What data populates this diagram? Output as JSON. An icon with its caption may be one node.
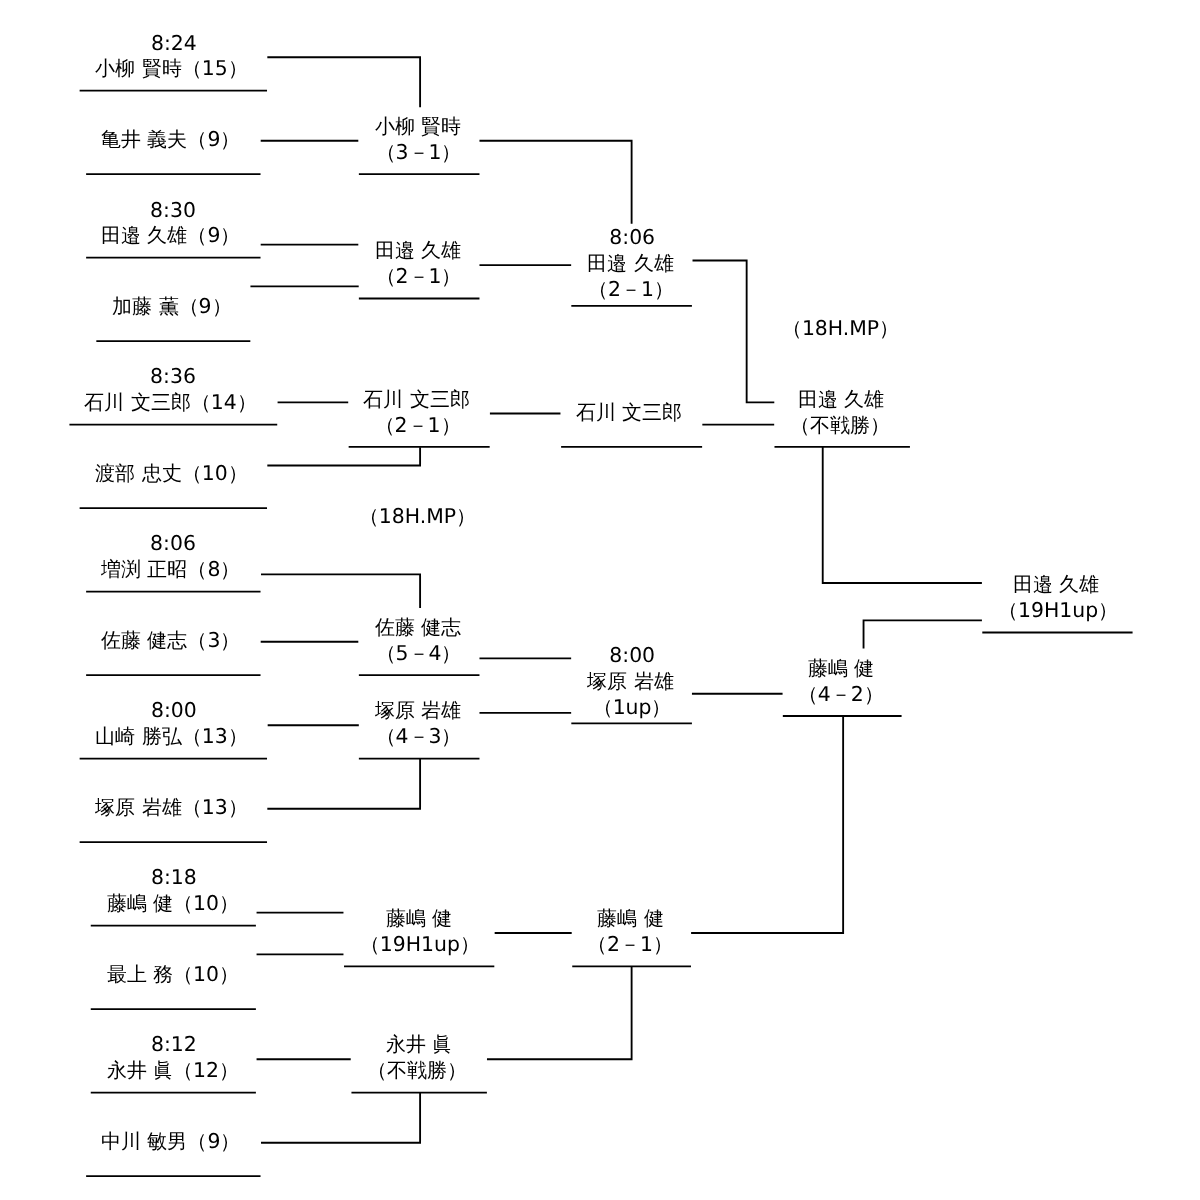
{
  "diagram": {
    "nodes": [
      {
        "text": [
          "8:00",
          "山崎 勝弘（13）"
        ]
      },
      {
        "text": [
          "塚原 岩雄（13）"
        ]
      },
      {
        "text": [
          "8:06",
          "増渕 正昭（8）"
        ]
      },
      {
        "text": [
          "佐藤 健志（3）"
        ]
      },
      {
        "text": [
          "8:12",
          "永井 眞（12）"
        ]
      },
      {
        "text": [
          "中川 敏男（9）"
        ]
      },
      {
        "text": [
          "8:18",
          "藤嶋 健（10）"
        ]
      },
      {
        "text": [
          "最上 務（10）"
        ]
      },
      {
        "text": [
          "8:24",
          "小柳 賢時（15）"
        ]
      },
      {
        "text": [
          "亀井 義夫（9）"
        ]
      },
      {
        "text": [
          "8:30",
          "田邉 久雄（9）"
        ]
      },
      {
        "text": [
          "加藤 薫（9）"
        ]
      },
      {
        "text": [
          "8:36",
          "石川 文三郎（14）"
        ]
      },
      {
        "text": [
          "渡部 忠丈（10）"
        ]
      },
      {
        "text": [
          "塚原 岩雄",
          "（4－3）"
        ]
      },
      {
        "text": [
          "佐藤 健志",
          "（5－4）"
        ]
      },
      {
        "text": [
          "永井 眞",
          "（不戦勝）"
        ]
      },
      {
        "text": [
          "藤嶋 健",
          "（19H1up）"
        ]
      },
      {
        "text": [
          "小柳 賢時",
          "（3－1）"
        ]
      },
      {
        "text": [
          "田邉 久雄",
          "（2－1）"
        ]
      },
      {
        "text": [
          "石川 文三郎",
          "（2－1）"
        ]
      },
      {
        "text": [
          "8:00",
          "塚原 岩雄",
          "（1up）"
        ]
      },
      {
        "text": [
          "藤嶋 健",
          "（2－1）"
        ]
      },
      {
        "text": [
          "8:06",
          "田邉 久雄",
          "（2－1）"
        ]
      },
      {
        "text": [
          "石川 文三郎"
        ]
      },
      {
        "text": [
          "藤嶋 健",
          "（4－2）"
        ]
      },
      {
        "text": [
          "田邉 久雄",
          "（不戦勝）"
        ]
      },
      {
        "text": [
          "田邉 久雄",
          "（19H1up）"
        ]
      }
    ],
    "edges": [
      {
        "from": 0,
        "to": 14,
        "arrow": "none"
      },
      {
        "from": 1,
        "to": 14,
        "arrow": "none"
      },
      {
        "from": 2,
        "to": 15,
        "arrow": "none"
      },
      {
        "from": 3,
        "to": 15,
        "arrow": "none"
      },
      {
        "from": 4,
        "to": 16,
        "arrow": "none"
      },
      {
        "from": 5,
        "to": 16,
        "arrow": "none"
      },
      {
        "from": 6,
        "to": 17,
        "arrow": "none"
      },
      {
        "from": 7,
        "to": 17,
        "arrow": "none"
      },
      {
        "from": 8,
        "to": 18,
        "arrow": "none"
      },
      {
        "from": 9,
        "to": 18,
        "arrow": "none"
      },
      {
        "from": 10,
        "to": 19,
        "arrow": "none"
      },
      {
        "from": 11,
        "to": 19,
        "arrow": "none"
      },
      {
        "from": 12,
        "to": 20,
        "arrow": "none"
      },
      {
        "from": 13,
        "to": 20,
        "arrow": "none"
      },
      {
        "from": 14,
        "to": 21,
        "arrow": "none"
      },
      {
        "from": 15,
        "to": 21,
        "arrow": "none"
      },
      {
        "from": 16,
        "to": 22,
        "arrow": "none"
      },
      {
        "from": 17,
        "to": 22,
        "arrow": "none"
      },
      {
        "from": 18,
        "to": 23,
        "arrow": "none"
      },
      {
        "from": 19,
        "to": 23,
        "arrow": "none"
      },
      {
        "from": 20,
        "to": 24,
        "arrow": "none"
      },
      {
        "from": 21,
        "to": 25,
        "arrow": "none"
      },
      {
        "from": 22,
        "to": 25,
        "arrow": "none"
      },
      {
        "from": 23,
        "to": 26,
        "arrow": "none"
      },
      {
        "from": 24,
        "to": 26,
        "arrow": "none"
      },
      {
        "from": 25,
        "to": 27,
        "arrow": "none"
      },
      {
        "from": 26,
        "to": 27,
        "arrow": "none"
      }
    ],
    "labels": [
      "（18H.MP）",
      "（18H.MP）"
    ]
  }
}
